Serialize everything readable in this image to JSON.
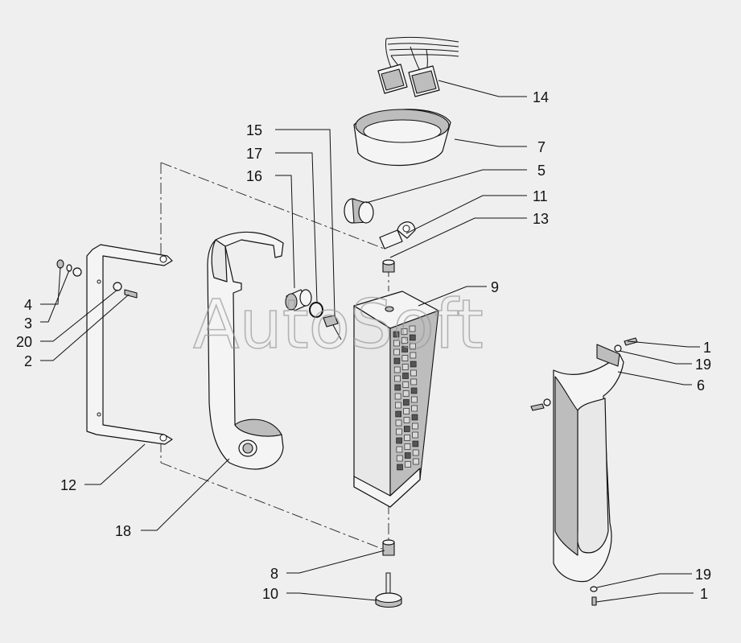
{
  "watermark": "AutoSoft",
  "callouts": [
    {
      "id": "c14",
      "text": "14"
    },
    {
      "id": "c7",
      "text": "7"
    },
    {
      "id": "c5",
      "text": "5"
    },
    {
      "id": "c11",
      "text": "11"
    },
    {
      "id": "c13",
      "text": "13"
    },
    {
      "id": "c15",
      "text": "15"
    },
    {
      "id": "c17",
      "text": "17"
    },
    {
      "id": "c16",
      "text": "16"
    },
    {
      "id": "c9",
      "text": "9"
    },
    {
      "id": "c4",
      "text": "4"
    },
    {
      "id": "c3",
      "text": "3"
    },
    {
      "id": "c20",
      "text": "20"
    },
    {
      "id": "c2",
      "text": "2"
    },
    {
      "id": "c1a",
      "text": "1"
    },
    {
      "id": "c19a",
      "text": "19"
    },
    {
      "id": "c6",
      "text": "6"
    },
    {
      "id": "c12",
      "text": "12"
    },
    {
      "id": "c18",
      "text": "18"
    },
    {
      "id": "c8",
      "text": "8"
    },
    {
      "id": "c10",
      "text": "10"
    },
    {
      "id": "c19b",
      "text": "19"
    },
    {
      "id": "c1b",
      "text": "1"
    }
  ]
}
